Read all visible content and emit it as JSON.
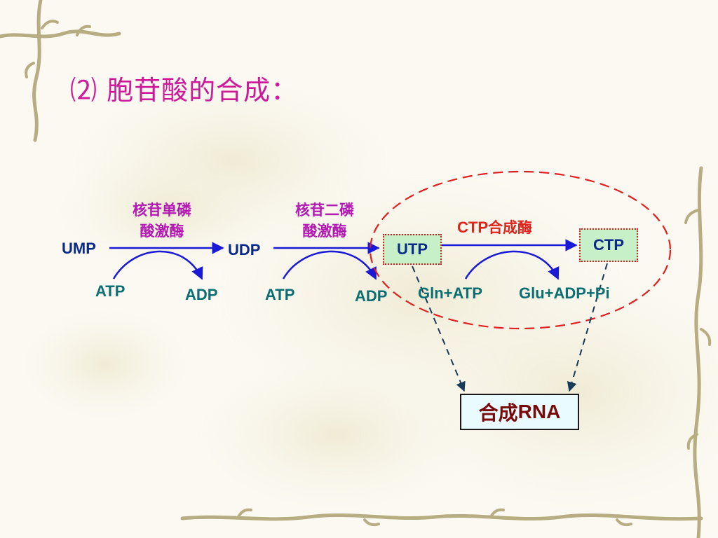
{
  "slide": {
    "title": "⑵ 胞苷酸的合成："
  },
  "diagram": {
    "step1": {
      "substrate": "UMP",
      "enzyme_line1": "核苷单磷",
      "enzyme_line2": "酸激酶",
      "cofactor_in": "ATP",
      "cofactor_out": "ADP"
    },
    "step2": {
      "substrate": "UDP",
      "enzyme_line1": "核苷二磷",
      "enzyme_line2": "酸激酶",
      "cofactor_in": "ATP",
      "cofactor_out": "ADP"
    },
    "step3": {
      "substrate": "UTP",
      "enzyme_name": "CTP",
      "enzyme_suffix": "合成酶",
      "cofactor_in": "Gln+ATP",
      "cofactor_out": "Glu+ADP+Pi",
      "product": "CTP"
    },
    "result": {
      "prefix": "合成",
      "suffix": "RNA"
    }
  },
  "colors": {
    "title": "#cc1a9a",
    "arrow": "#1a1ad6",
    "ellipse": "#e02020",
    "dashed_to_rna": "#1a3a5a",
    "enzyme": "#b21ab2",
    "enzyme_ctp": "#e0241c"
  }
}
